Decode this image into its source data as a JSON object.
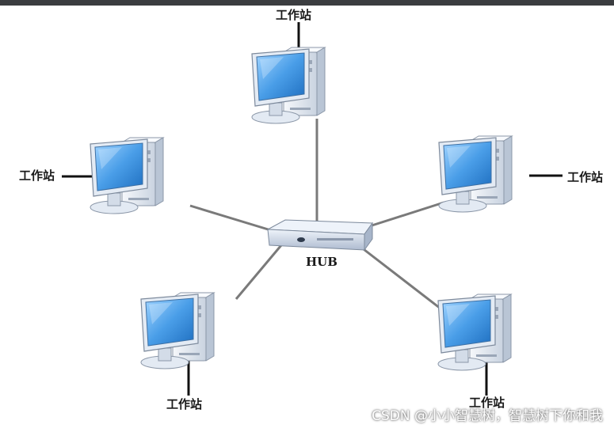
{
  "hub": {
    "label": "HUB"
  },
  "workstations": [
    {
      "label": "工作站"
    },
    {
      "label": "工作站"
    },
    {
      "label": "工作站"
    },
    {
      "label": "工作站"
    },
    {
      "label": "工作站"
    }
  ],
  "watermark": "CSDN @小小智慧树，智慧树下你和我",
  "colors": {
    "screen": "#4a9ee8",
    "screen_frame": "#dfe8f2",
    "case": "#e9eef5",
    "cable": "#777777",
    "hub_body": "#cfd9e8"
  }
}
